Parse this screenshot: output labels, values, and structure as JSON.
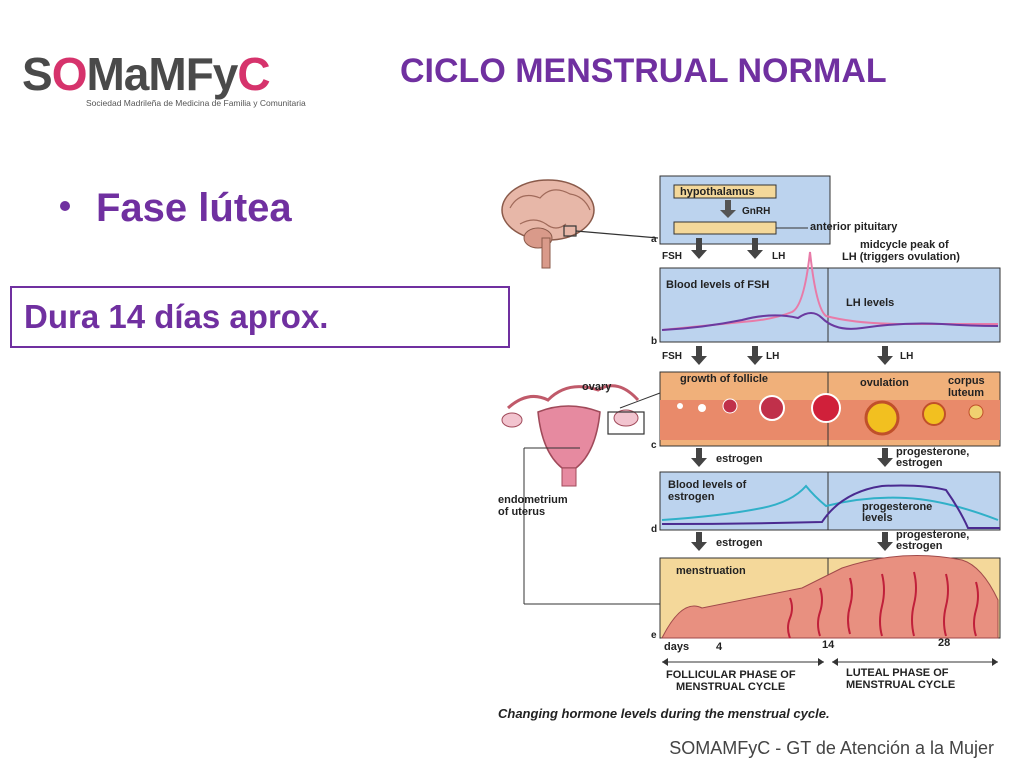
{
  "logo": {
    "prefix": "S",
    "middle": "MaMFy",
    "suffix": "C",
    "subtitle": "Sociedad Madrileña de Medicina de Familia y Comunitaria"
  },
  "title": "CICLO MENSTRUAL NORMAL",
  "bullet": "Fase lútea",
  "box_text": "Dura 14 días aprox.",
  "footer": "SOMAMFyC - GT de Atención a la Mujer",
  "diagram": {
    "hypothalamus": "hypothalamus",
    "gnrh": "GnRH",
    "anterior_pituitary": "anterior pituitary",
    "midcycle": "midcycle peak of",
    "midcycle2": "LH (triggers ovulation)",
    "fsh": "FSH",
    "lh": "LH",
    "blood_fsh": "Blood levels of FSH",
    "lh_levels": "LH levels",
    "ovary": "ovary",
    "growth": "growth of follicle",
    "ovulation": "ovulation",
    "corpus": "corpus",
    "luteum": "luteum",
    "estrogen": "estrogen",
    "progesterone": "progesterone,",
    "estrogen2": "estrogen",
    "blood_estrogen1": "Blood levels of",
    "blood_estrogen2": "estrogen",
    "prog_levels1": "progesterone",
    "prog_levels2": "levels",
    "endometrium1": "endometrium",
    "endometrium2": "of uterus",
    "menstruation": "menstruation",
    "days": "days",
    "d4": "4",
    "d14": "14",
    "d28": "28",
    "follicular1": "FOLLICULAR PHASE OF",
    "follicular2": "MENSTRUAL CYCLE",
    "luteal1": "LUTEAL PHASE OF",
    "luteal2": "MENSTRUAL CYCLE",
    "caption": "Changing hormone levels during the menstrual cycle.",
    "a": "a",
    "b": "b",
    "c": "c",
    "d": "d",
    "e": "e"
  }
}
